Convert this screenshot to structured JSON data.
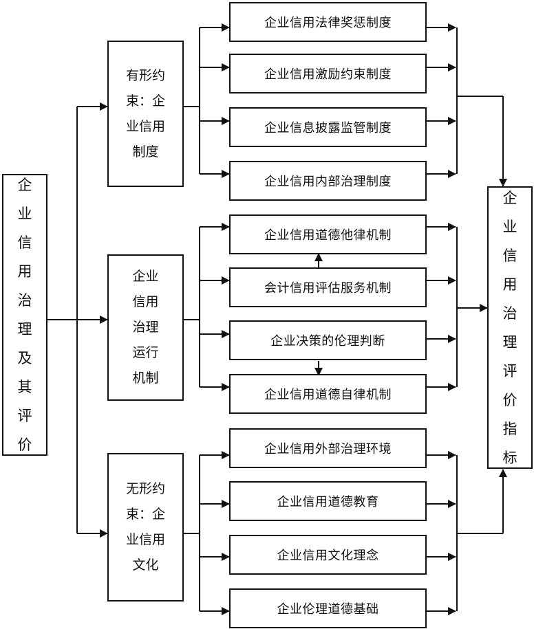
{
  "root": {
    "label": "企业信用治理及其评价"
  },
  "target": {
    "label": "企业信用治理评价指标"
  },
  "groups": [
    {
      "label": "有形约束：企业信用制度",
      "items": [
        "企业信用法律奖惩制度",
        "企业信用激励约束制度",
        "企业信息披露监管制度",
        "企业信用内部治理制度"
      ]
    },
    {
      "label": "企业信用治理运行机制",
      "items": [
        "企业信用道德他律机制",
        "会计信用评估服务机制",
        "企业决策的伦理判断",
        "企业信用道德自律机制"
      ]
    },
    {
      "label": "无形约束：企业信用文化",
      "items": [
        "企业信用外部治理环境",
        "企业信用道德教育",
        "企业信用文化理念",
        "企业伦理道德基础"
      ]
    }
  ]
}
